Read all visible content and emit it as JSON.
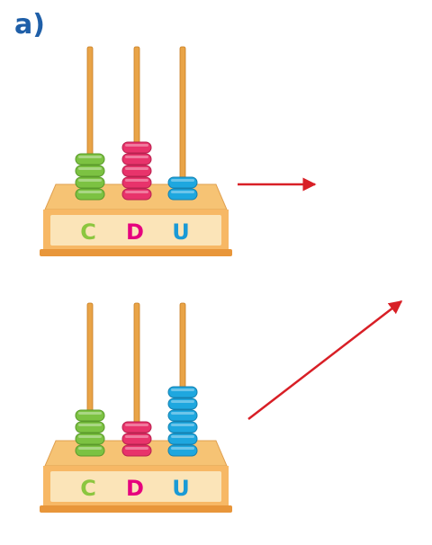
{
  "exercise": {
    "label": "a)"
  },
  "columns": [
    {
      "letter": "C",
      "bead_color": "#7cc242",
      "bead_dark": "#5a9a2b",
      "letter_color": "#8cc63f"
    },
    {
      "letter": "D",
      "bead_color": "#e8336b",
      "bead_dark": "#b8224f",
      "letter_color": "#e6007e"
    },
    {
      "letter": "U",
      "bead_color": "#1ea7df",
      "bead_dark": "#1581b0",
      "letter_color": "#1a9ad6"
    }
  ],
  "abaci": [
    {
      "name": "abacus-1",
      "beads": {
        "C": 4,
        "D": 5,
        "U": 2
      }
    },
    {
      "name": "abacus-2",
      "beads": {
        "C": 4,
        "D": 3,
        "U": 6
      }
    }
  ],
  "colors": {
    "label": "#1f5fa8",
    "arrow": "#d81f26",
    "rod": "#e9a447",
    "rod_dark": "#c77d24",
    "base_top": "#f6c374",
    "base_front": "#f7b865",
    "base_panel": "#fbe4b8",
    "base_foot": "#e8963a"
  }
}
